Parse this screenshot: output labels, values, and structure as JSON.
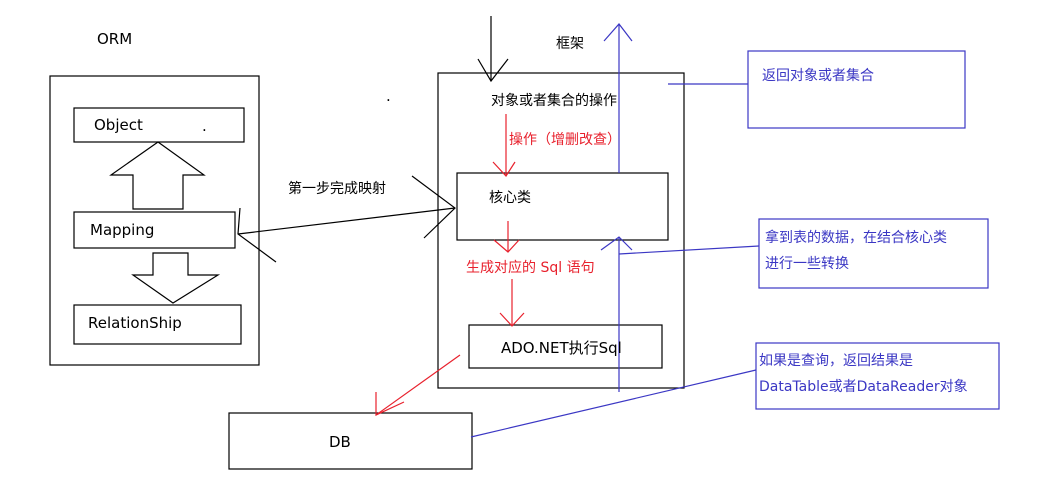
{
  "orm_section": {
    "title": "ORM",
    "object_label": "Object",
    "object_dot": ".",
    "mapping_label": "Mapping",
    "relationship_label": "RelationShip"
  },
  "mapping_step_label": "第一步完成映射",
  "stray_dot": ".",
  "framework": {
    "title": "框架",
    "entry_label": "对象或者集合的操作",
    "operation_label": "操作（增删改查）",
    "core_class_label": "核心类",
    "generate_sql_label": "生成对应的 Sql 语句",
    "ado_label": "ADO.NET执行Sql"
  },
  "db_label": "DB",
  "notes": {
    "return_objects": "返回对象或者集合",
    "table_data_line1": "拿到表的数据，在结合核心类",
    "table_data_line2": "进行一些转换",
    "query_result_line1": "如果是查询，返回结果是",
    "query_result_line2": "DataTable或者DataReader对象"
  },
  "colors": {
    "black": "#000000",
    "red": "#e8212d",
    "blue": "#3b37c4"
  }
}
